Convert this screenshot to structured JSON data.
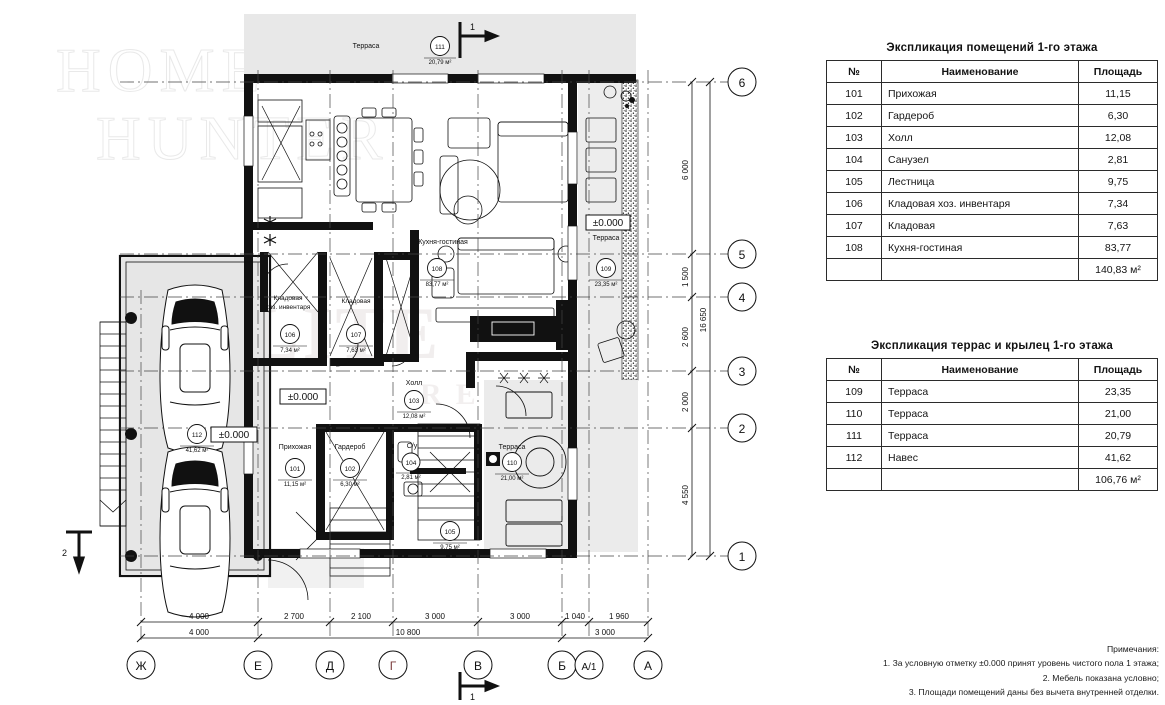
{
  "watermark": {
    "outline_line1": "HOME",
    "outline_line2": "HUNTER",
    "brand_big": "ELITE",
    "brand_sub": "REALTY"
  },
  "tables": [
    {
      "id": "premises",
      "title": "Экспликация помещений 1-го этажа",
      "columns": {
        "num": "№",
        "name": "Наименование",
        "area": "Площадь"
      },
      "rows": [
        {
          "num": "101",
          "name": "Прихожая",
          "area": "11,15"
        },
        {
          "num": "102",
          "name": "Гардероб",
          "area": "6,30"
        },
        {
          "num": "103",
          "name": "Холл",
          "area": "12,08"
        },
        {
          "num": "104",
          "name": "Санузел",
          "area": "2,81"
        },
        {
          "num": "105",
          "name": "Лестница",
          "area": "9,75"
        },
        {
          "num": "106",
          "name": "Кладовая хоз. инвентаря",
          "area": "7,34"
        },
        {
          "num": "107",
          "name": "Кладовая",
          "area": "7,63"
        },
        {
          "num": "108",
          "name": "Кухня-гостиная",
          "area": "83,77"
        }
      ],
      "total": {
        "num": "",
        "name": "",
        "area": "140,83 м²"
      }
    },
    {
      "id": "terraces",
      "title": "Экспликация террас и крылец 1-го этажа",
      "columns": {
        "num": "№",
        "name": "Наименование",
        "area": "Площадь"
      },
      "rows": [
        {
          "num": "109",
          "name": "Терраса",
          "area": "23,35"
        },
        {
          "num": "110",
          "name": "Терраса",
          "area": "21,00"
        },
        {
          "num": "111",
          "name": "Терраса",
          "area": "20,79"
        },
        {
          "num": "112",
          "name": "Навес",
          "area": "41,62"
        }
      ],
      "total": {
        "num": "",
        "name": "",
        "area": "106,76 м²"
      }
    }
  ],
  "notes": {
    "title": "Примечания:",
    "items": [
      "1. За условную отметку ±0.000 принят уровень чистого пола 1 этажа;",
      "2. Мебель показана условно;",
      "3. Площади помещений даны без вычета внутренней отделки."
    ]
  },
  "plan": {
    "level_markers": [
      "±0.000",
      "±0.000",
      "±0.000"
    ],
    "section_marks": [
      {
        "label": "1",
        "position": "top"
      },
      {
        "label": "2",
        "position": "left"
      },
      {
        "label": "1",
        "position": "bottom"
      }
    ],
    "rooms": [
      {
        "num": "101",
        "name": "Прихожая",
        "area": "11,15 м²"
      },
      {
        "num": "102",
        "name": "Гардероб",
        "area": "6,30 м²"
      },
      {
        "num": "103",
        "name": "Холл",
        "area": "12,08 м²"
      },
      {
        "num": "104",
        "name": "С/у",
        "area": "2,81 м²"
      },
      {
        "num": "105",
        "name": "",
        "area": "9,75 м²"
      },
      {
        "num": "106",
        "name": "Кладовая хоз. инвентаря",
        "area": "7,34 м²"
      },
      {
        "num": "107",
        "name": "Кладовая",
        "area": "7,63 м²"
      },
      {
        "num": "108",
        "name": "Кухня-гостиная",
        "area": "83,77 м²"
      },
      {
        "num": "109",
        "name": "Терраса",
        "area": "23,35 м²"
      },
      {
        "num": "110",
        "name": "Терраса",
        "area": "21,00 м²"
      },
      {
        "num": "111",
        "name": "Терраса",
        "area": "20,79 м²"
      },
      {
        "num": "112",
        "name": "",
        "area": "41,62 м²"
      }
    ],
    "grid_horizontal": {
      "labels": [
        "Ж",
        "Е",
        "Д",
        "Г",
        "В",
        "Б",
        "А/1",
        "А"
      ],
      "dims_row1": [
        "4 000",
        "2 700",
        "2 100",
        "3 000",
        "3 000",
        "1 040",
        "1 960"
      ],
      "dims_row2": [
        "4 000",
        "10 800",
        "3 000"
      ]
    },
    "grid_vertical": {
      "labels": [
        "6",
        "5",
        "4",
        "3",
        "2",
        "1"
      ],
      "dims": [
        "6 000",
        "1 500",
        "2 600",
        "2 000",
        "4 550"
      ],
      "total": "16 650"
    }
  }
}
